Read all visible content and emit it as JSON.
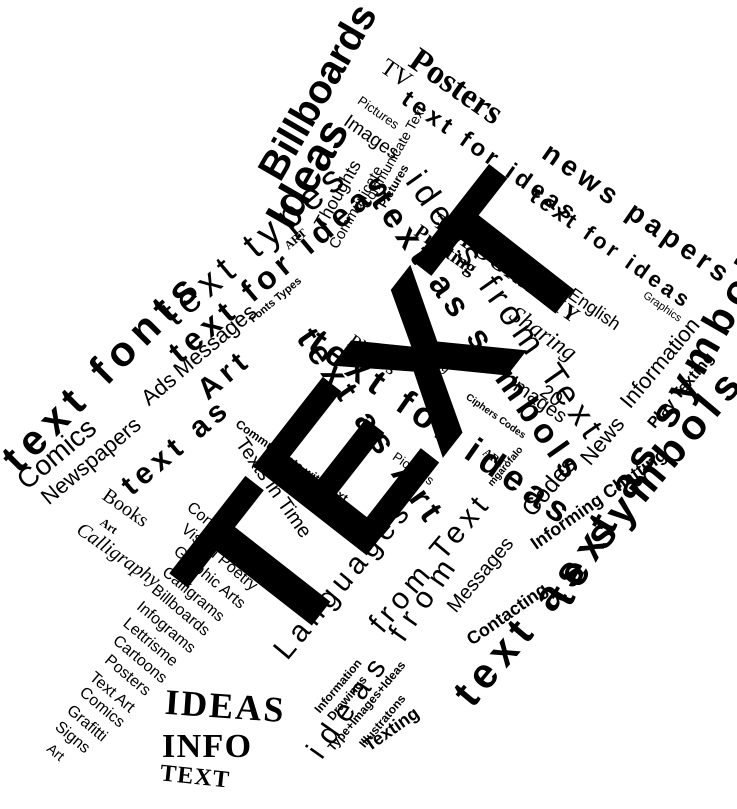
{
  "words": {
    "billboards": "Billboards",
    "posters_top": "Posters",
    "tv": "TV",
    "news_papers": "news papers",
    "text_for_ideas_top": "text for ideas",
    "text_for_ideas_upper": "text for ideas",
    "pictures_top": "Pictures",
    "images_top": "Images",
    "communicate_text": "Communicate Text",
    "thoughts": "Thoughts",
    "communicate": "Communicate",
    "pictures_2": "Pictures",
    "typography": "TYPOGRAPHY",
    "printing": "Printing",
    "english": "English",
    "graphics": "Graphics",
    "sharing": "Sharing",
    "text_types": "text types",
    "ideas_big": "Ideas",
    "text_for_ideas_left": "text for ideas",
    "art_small": "ART",
    "fonts_types": "Fonts Types",
    "ideas_from_text_mid": "ideas from Text",
    "text_fonts": "text fonts",
    "messages_left": "Messages",
    "art_mid": "Art",
    "ads": "Ads",
    "text_as_symbols_mid": "text as symbols",
    "photos": "Photos",
    "writing": "Writing",
    "text_as_art_mid": "text as Art",
    "text_for_ideas_center": "text for ideas",
    "number_20": "20",
    "images_right": "Images",
    "ciphers_codes": "Ciphers Codes",
    "text_as_symbols_right": "text as symbols",
    "information_right": "Information",
    "play_texting": "Play Texting",
    "news_right": "News",
    "informing_chatting": "Informing Chatting",
    "art_right": "ART",
    "mgarofalo": "mgarofalo",
    "codes": "Codes",
    "text_as_symbols_low": "text as symbols",
    "messages_low": "Messages",
    "contacting": "Contacting",
    "comics_left": "Comics",
    "newspapers": "Newspapers",
    "text_as_left": "text as",
    "books": "Books",
    "art_tiny": "Art",
    "calligraphy": "Calligraphy",
    "communicate_with_text": "Communicate with Text",
    "pictures_center": "Pictures",
    "texts_in_time": "Texts in Time",
    "concrete_poetry": "Concrete Poetry",
    "visual_poetry": "Visual Poetry",
    "graphic_arts": "Graphic Arts",
    "calligrams": "Calligrams",
    "billboards_list": "Billboards",
    "infograms": "Infograms",
    "lettrisme": "Lettrisme",
    "cartoons": "Cartoons",
    "posters_list": "Posters",
    "text_art": "Text Art",
    "comics_list": "Comics",
    "grafitti": "Grafitti",
    "signs": "Signs",
    "art_list": "Art",
    "languages": "Languages",
    "from_text": "from Text",
    "ideas_from": "ideas from",
    "information_low": "Information",
    "drawings": "Drawings",
    "type_images_ideas": "Type+Images+Ideas",
    "illustrations": "Illustratons",
    "texting_bottom": "Texting",
    "ideas_caps": "IDEAS",
    "info_caps": "INFO",
    "text_caps": "TEXT",
    "big_text": "TEXT"
  }
}
